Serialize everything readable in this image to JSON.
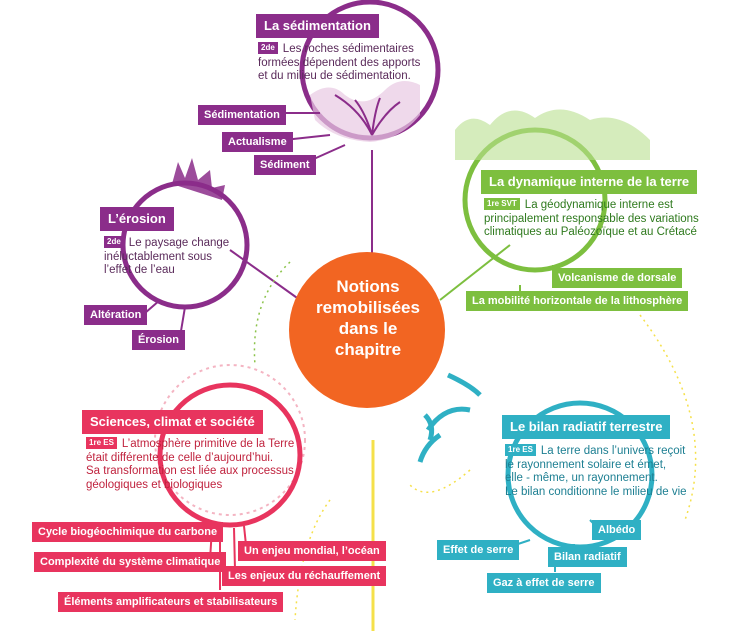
{
  "center": {
    "lines": [
      "Notions",
      "remobilisées",
      "dans le",
      "chapitre"
    ]
  },
  "colors": {
    "purple": "#8b2d8a",
    "green": "#7dbf3f",
    "blue": "#2fb0c4",
    "red": "#e8345e",
    "orange": "#f26522",
    "yellow": "#f5e04a"
  },
  "sedimentation": {
    "title": "La sédimentation",
    "badge": "2de",
    "text": [
      "Les roches sédimentaires",
      "formées dépendent des apports",
      "et du milieu de sédimentation."
    ],
    "labels": [
      "Sédimentation",
      "Actualisme",
      "Sédiment"
    ]
  },
  "erosion": {
    "title": "L’érosion",
    "badge": "2de",
    "text": [
      "Le paysage change",
      "inéluctablement sous",
      "l’effet de l’eau"
    ],
    "labels": [
      "Altération",
      "Érosion"
    ]
  },
  "dynamique": {
    "title": "La dynamique interne de la terre",
    "badge": "1re SVT",
    "text": [
      "La géodynamique interne est",
      "principalement responsable  des variations",
      "climatiques au Paléozoïque et au Crétacé"
    ],
    "labels": [
      "Volcanisme de dorsale",
      "La mobilité horizontale de la lithosphère"
    ]
  },
  "bilan": {
    "title": "Le bilan radiatif terrestre",
    "badge": "1re ES",
    "text": [
      "La terre dans l’univers reçoit",
      "le rayonnement solaire et émet,",
      "elle - même, un rayonnement.",
      "Le bilan conditionne le milieu de vie"
    ],
    "labels": [
      "Albédo",
      "Effet de serre",
      "Bilan radiatif",
      "Gaz à effet de serre"
    ]
  },
  "sciences": {
    "title": "Sciences, climat et société",
    "badge": "1re ES",
    "text": [
      "L’atmosphère primitive de la Terre",
      "était différente de celle d’aujourd’hui.",
      "Sa transformation est liée aux processus",
      "géologiques et biologiques"
    ],
    "labels": [
      "Cycle biogéochimique du carbone",
      "Complexité du système climatique",
      "Un enjeu mondial, l’océan",
      "Les enjeux du réchauffement",
      "Éléments amplificateurs et stabilisateurs"
    ]
  }
}
